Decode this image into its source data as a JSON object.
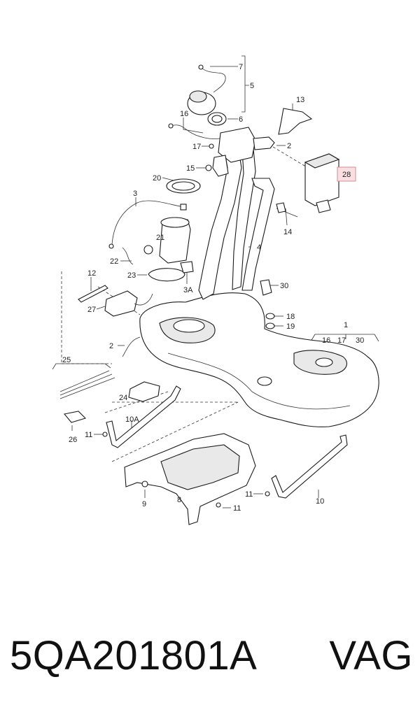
{
  "callouts": {
    "c7": "7",
    "c5": "5",
    "c6": "6",
    "c16a": "16",
    "c17a": "17",
    "c13": "13",
    "c2a": "2",
    "c15": "15",
    "c28": "28",
    "c20": "20",
    "c3": "3",
    "c14": "14",
    "c21": "21",
    "c4": "4",
    "c22": "22",
    "c23": "23",
    "c3A": "3A",
    "c30a": "30",
    "c12": "12",
    "c27": "27",
    "c18": "18",
    "c19": "19",
    "c1": "1",
    "c16b": "16",
    "c17b": "17",
    "c30b": "30",
    "c2b": "2",
    "c25": "25",
    "c24": "24",
    "c10A": "10A",
    "c11a": "11",
    "c26": "26",
    "c9": "9",
    "c8": "8",
    "c11b": "11",
    "c11c": "11",
    "c10": "10"
  },
  "caption": {
    "part_number": "5QA201801A",
    "brand": "VAG"
  }
}
